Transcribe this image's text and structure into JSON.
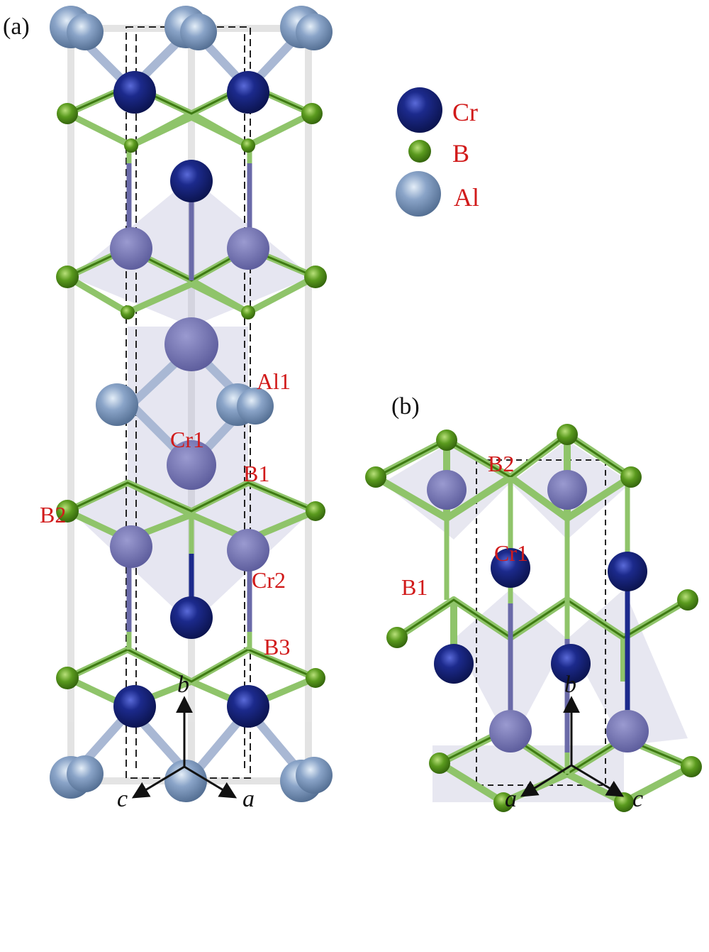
{
  "panels": {
    "a": {
      "label": "(a)"
    },
    "b": {
      "label": "(b)"
    }
  },
  "legend": [
    {
      "element": "Cr",
      "color": "#1c2a8c"
    },
    {
      "element": "B",
      "color": "#5a9a1e"
    },
    {
      "element": "Al",
      "color": "#8aa4c8"
    }
  ],
  "site_labels_a": {
    "al1": "Al1",
    "cr1": "Cr1",
    "b1": "B1",
    "b2": "B2",
    "cr2": "Cr2",
    "b3": "B3"
  },
  "site_labels_b": {
    "b2": "B2",
    "cr1": "Cr1",
    "b1": "B1"
  },
  "axes_a": {
    "up": "b",
    "left": "c",
    "right": "a"
  },
  "axes_b": {
    "up": "b",
    "left": "a",
    "right": "c"
  },
  "colors": {
    "cr": "#1c2a8c",
    "cr_faded": "#6a6aa8",
    "b": "#5a9a1e",
    "b_bond": "#8fc46a",
    "al": "#8aa4c8",
    "label_red": "#d11a1a"
  }
}
